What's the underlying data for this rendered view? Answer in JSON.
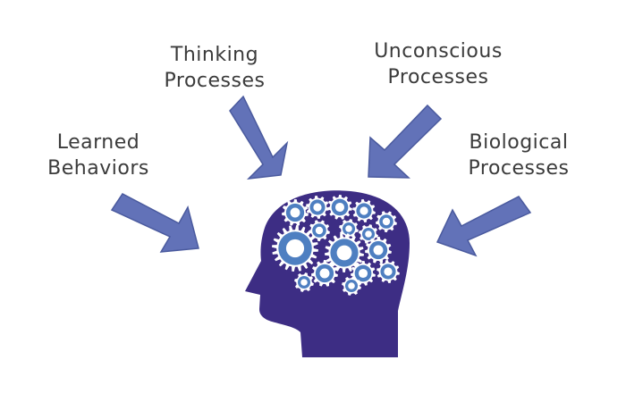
{
  "labels": {
    "thinking": [
      "Thinking",
      "Processes"
    ],
    "unconscious": [
      "Unconscious",
      "Processes"
    ],
    "learned": [
      "Learned",
      "Behaviors"
    ],
    "biological": [
      "Biological",
      "Processes"
    ]
  },
  "icons": {
    "center": "head-with-gears-icon",
    "arrows": "arrow-pointing-to-head-icon"
  },
  "colors": {
    "arrow": "#6272b8",
    "head": "#3d2d84",
    "gear": "#4e7fc1",
    "text": "#3b3b3b"
  }
}
